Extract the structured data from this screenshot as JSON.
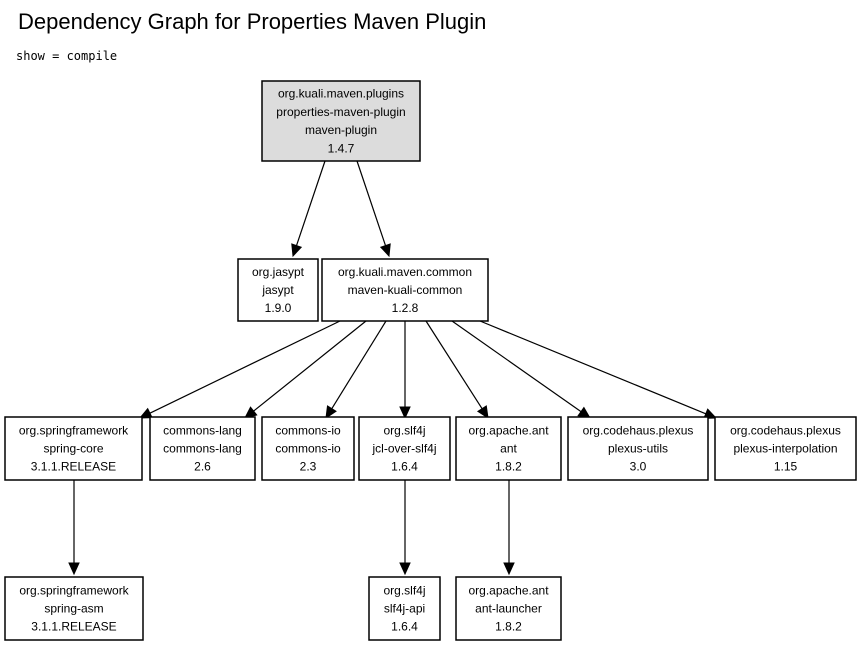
{
  "header": {
    "title": "Dependency Graph for Properties Maven Plugin",
    "subtitle": "show = compile"
  },
  "colors": {
    "root_fill": "#dcdcdc",
    "node_fill": "#ffffff",
    "line": "#000000"
  },
  "graph": {
    "nodes": [
      {
        "id": "root",
        "lines": [
          "org.kuali.maven.plugins",
          "properties-maven-plugin",
          "maven-plugin",
          "1.4.7"
        ]
      },
      {
        "id": "jasypt",
        "lines": [
          "org.jasypt",
          "jasypt",
          "1.9.0"
        ]
      },
      {
        "id": "maven-kuali-common",
        "lines": [
          "org.kuali.maven.common",
          "maven-kuali-common",
          "1.2.8"
        ]
      },
      {
        "id": "spring-core",
        "lines": [
          "org.springframework",
          "spring-core",
          "3.1.1.RELEASE"
        ]
      },
      {
        "id": "commons-lang",
        "lines": [
          "commons-lang",
          "commons-lang",
          "2.6"
        ]
      },
      {
        "id": "commons-io",
        "lines": [
          "commons-io",
          "commons-io",
          "2.3"
        ]
      },
      {
        "id": "jcl-over-slf4j",
        "lines": [
          "org.slf4j",
          "jcl-over-slf4j",
          "1.6.4"
        ]
      },
      {
        "id": "ant",
        "lines": [
          "org.apache.ant",
          "ant",
          "1.8.2"
        ]
      },
      {
        "id": "plexus-utils",
        "lines": [
          "org.codehaus.plexus",
          "plexus-utils",
          "3.0"
        ]
      },
      {
        "id": "plexus-interpolation",
        "lines": [
          "org.codehaus.plexus",
          "plexus-interpolation",
          "1.15"
        ]
      },
      {
        "id": "spring-asm",
        "lines": [
          "org.springframework",
          "spring-asm",
          "3.1.1.RELEASE"
        ]
      },
      {
        "id": "slf4j-api",
        "lines": [
          "org.slf4j",
          "slf4j-api",
          "1.6.4"
        ]
      },
      {
        "id": "ant-launcher",
        "lines": [
          "org.apache.ant",
          "ant-launcher",
          "1.8.2"
        ]
      }
    ],
    "edges": [
      {
        "from": "root",
        "to": "jasypt"
      },
      {
        "from": "root",
        "to": "maven-kuali-common"
      },
      {
        "from": "maven-kuali-common",
        "to": "spring-core"
      },
      {
        "from": "maven-kuali-common",
        "to": "commons-lang"
      },
      {
        "from": "maven-kuali-common",
        "to": "commons-io"
      },
      {
        "from": "maven-kuali-common",
        "to": "jcl-over-slf4j"
      },
      {
        "from": "maven-kuali-common",
        "to": "ant"
      },
      {
        "from": "maven-kuali-common",
        "to": "plexus-utils"
      },
      {
        "from": "maven-kuali-common",
        "to": "plexus-interpolation"
      },
      {
        "from": "spring-core",
        "to": "spring-asm"
      },
      {
        "from": "jcl-over-slf4j",
        "to": "slf4j-api"
      },
      {
        "from": "ant",
        "to": "ant-launcher"
      }
    ]
  }
}
